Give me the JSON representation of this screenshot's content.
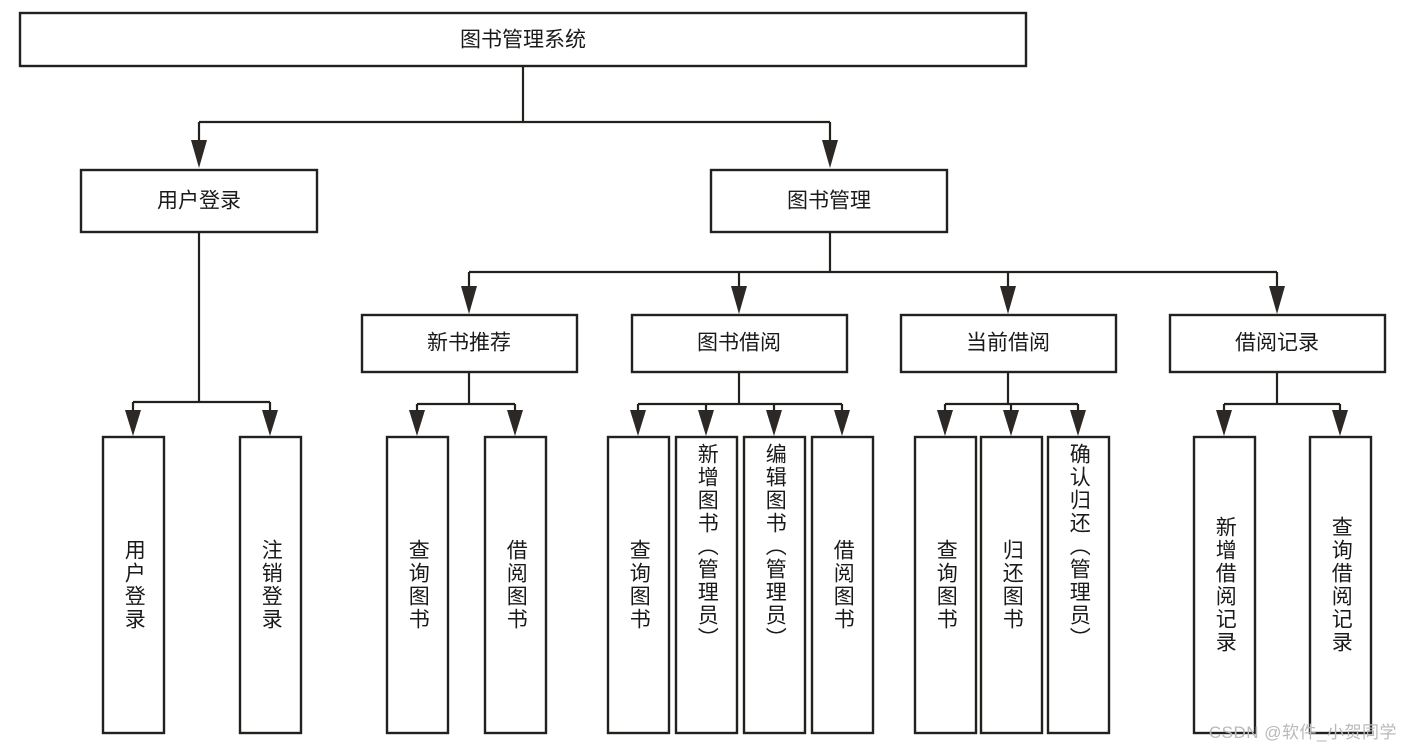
{
  "diagram": {
    "type": "tree",
    "title": "图书管理系统",
    "orientation": "top-down",
    "colors": {
      "box_fill": "#ffffff",
      "box_stroke": "#23211e",
      "text": "#1a1a1a",
      "watermark": "#b9b9b9"
    }
  },
  "root": {
    "label": "图书管理系统"
  },
  "level2": [
    {
      "label": "用户登录"
    },
    {
      "label": "图书管理"
    }
  ],
  "level3": [
    {
      "label": "新书推荐"
    },
    {
      "label": "图书借阅"
    },
    {
      "label": "当前借阅"
    },
    {
      "label": "借阅记录"
    }
  ],
  "leaves": {
    "user_login": [
      {
        "label": "用户登录"
      },
      {
        "label": "注销登录"
      }
    ],
    "new_book_recommend": [
      {
        "label": "查询图书"
      },
      {
        "label": "借阅图书"
      }
    ],
    "book_borrow": [
      {
        "label": "查询图书"
      },
      {
        "label": "新增图书（管理员）"
      },
      {
        "label": "编辑图书（管理员）"
      },
      {
        "label": "借阅图书"
      }
    ],
    "current_borrow": [
      {
        "label": "查询图书"
      },
      {
        "label": "归还图书"
      },
      {
        "label": "确认归还（管理员）"
      }
    ],
    "borrow_record": [
      {
        "label": "新增借阅记录"
      },
      {
        "label": "查询借阅记录"
      }
    ]
  },
  "watermark": {
    "text": "CSDN @软件_小贺同学"
  }
}
